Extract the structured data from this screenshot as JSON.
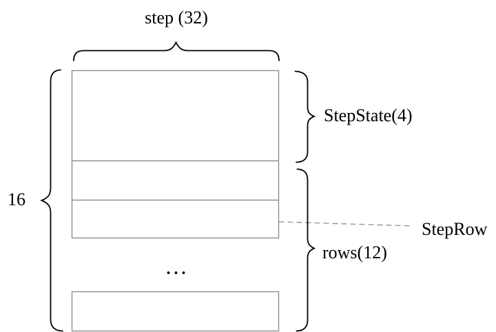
{
  "diagram": {
    "type": "memory-layout-diagram",
    "top_brace_label": "step (32)",
    "left_brace_label": "16",
    "step_state_label": "StepState(4)",
    "rows_label": "rows(12)",
    "step_row_label": "StepRow",
    "ellipsis": "...",
    "colors": {
      "background": "#ffffff",
      "box_border": "#8f8f8f",
      "brace": "#000000",
      "dashed_line": "#8f8f8f",
      "text": "#000000"
    }
  }
}
